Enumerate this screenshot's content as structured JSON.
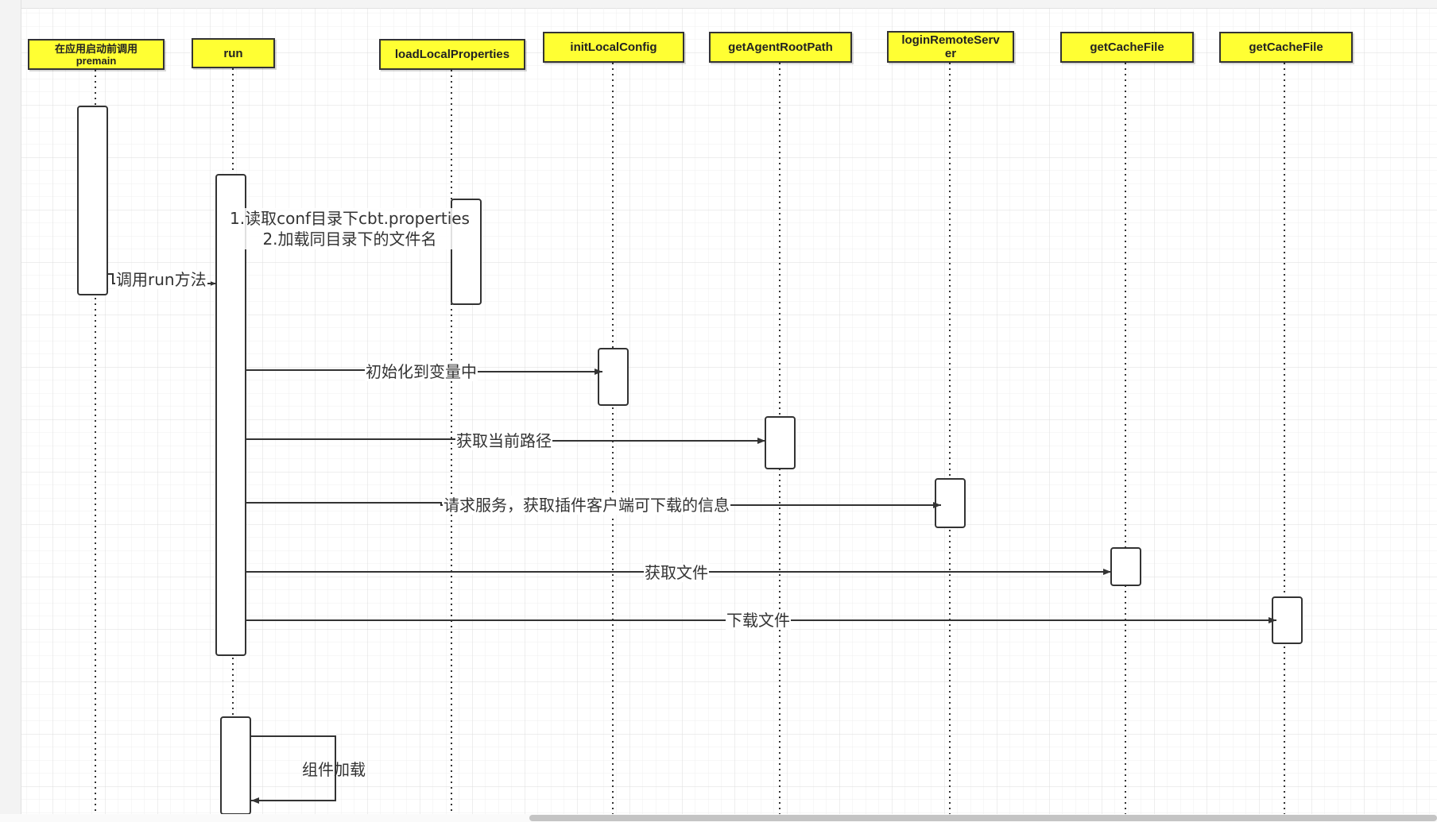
{
  "lifelines": [
    {
      "id": "premain",
      "label_line1": "在应用启动前调用",
      "label_line2": "premain"
    },
    {
      "id": "run",
      "label_line1": "run",
      "label_line2": ""
    },
    {
      "id": "loadLocalProperties",
      "label_line1": "loadLocalProperties",
      "label_line2": ""
    },
    {
      "id": "initLocalConfig",
      "label_line1": "initLocalConfig",
      "label_line2": ""
    },
    {
      "id": "getAgentRootPath",
      "label_line1": "getAgentRootPath",
      "label_line2": ""
    },
    {
      "id": "loginRemoteServer",
      "label_line1": "loginRemoteServ",
      "label_line2": "er"
    },
    {
      "id": "getCacheFile1",
      "label_line1": "getCacheFile",
      "label_line2": ""
    },
    {
      "id": "getCacheFile2",
      "label_line1": "getCacheFile",
      "label_line2": ""
    }
  ],
  "note": {
    "line1": "1.读取conf目录下cbt.properties",
    "line2": "2.加载同目录下的文件名"
  },
  "messages": [
    {
      "id": "call_run",
      "label": "调用run方法"
    },
    {
      "id": "init_vars",
      "label": "初始化到变量中"
    },
    {
      "id": "get_path",
      "label": "获取当前路径"
    },
    {
      "id": "request_service",
      "label": "请求服务，获取插件客户端可下载的信息"
    },
    {
      "id": "get_file",
      "label": "获取文件"
    },
    {
      "id": "download_file",
      "label": "下载文件"
    },
    {
      "id": "load_components",
      "label": "组件加载"
    }
  ],
  "colors": {
    "lifeline_fill": "#ffff33",
    "stroke": "#333333",
    "grid": "#e6e6e6"
  }
}
